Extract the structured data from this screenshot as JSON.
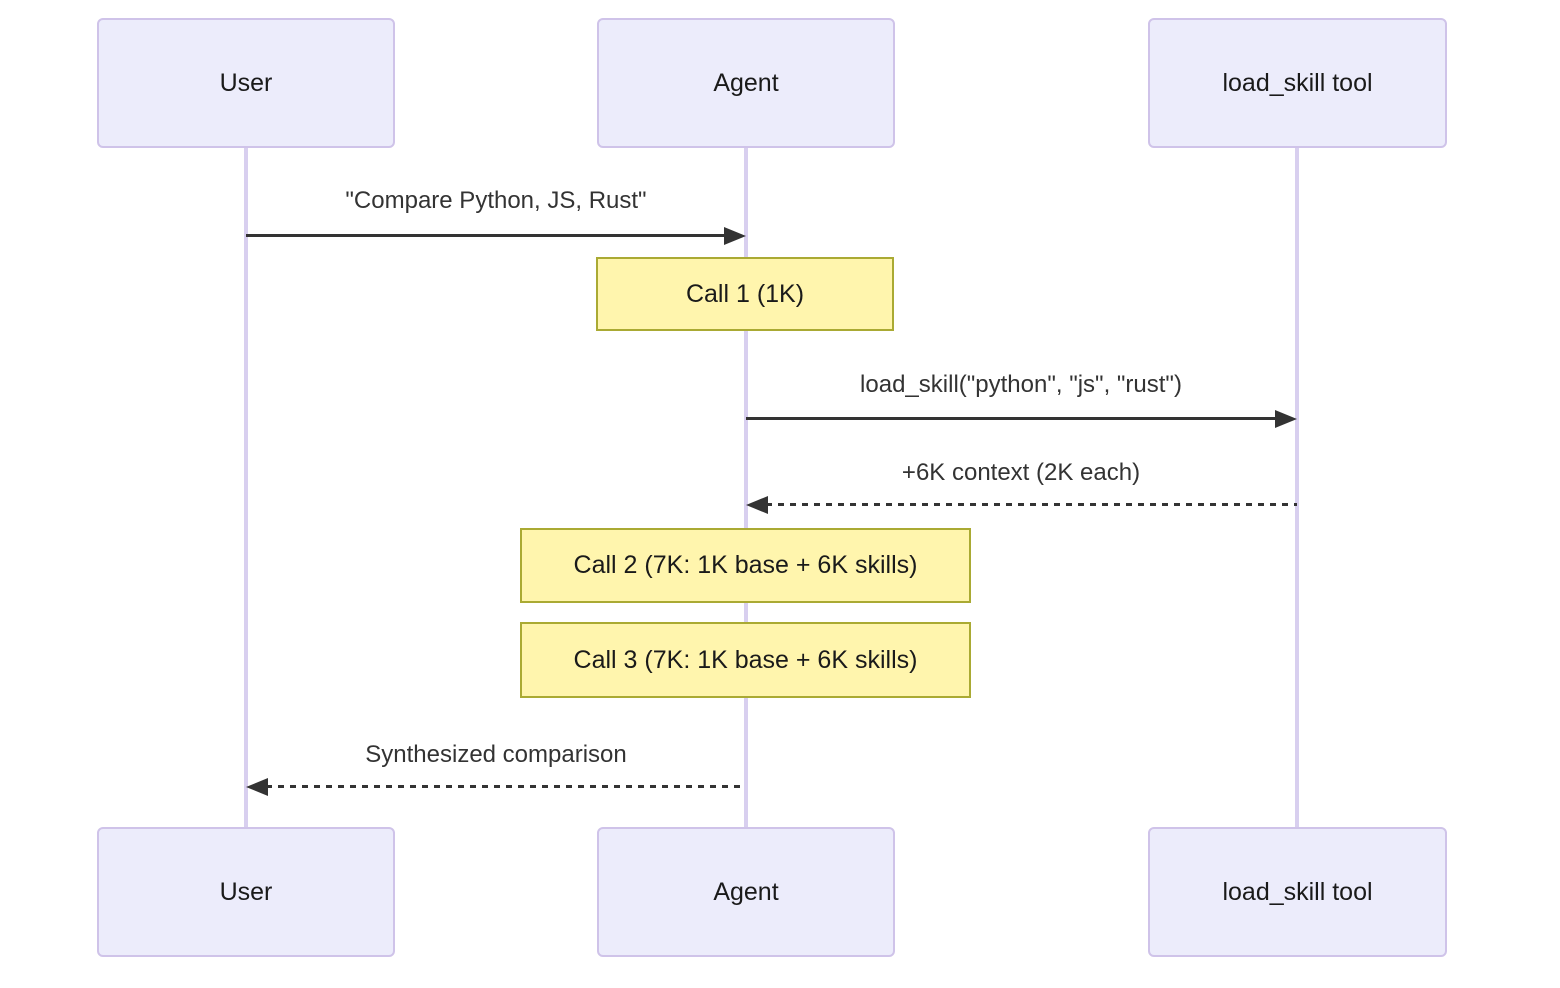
{
  "diagram": {
    "type": "sequence-diagram",
    "colors": {
      "background": "#ffffff",
      "actor_fill": "#ececfb",
      "actor_border": "#cfc3e9",
      "note_fill": "#fff5ad",
      "note_border": "#aaaa33",
      "lifeline": "#d8cfef",
      "arrow": "#333333",
      "text": "#333333"
    },
    "actors": [
      {
        "id": "user",
        "label": "User"
      },
      {
        "id": "agent",
        "label": "Agent"
      },
      {
        "id": "tool",
        "label": "load_skill tool"
      }
    ],
    "messages": [
      {
        "from": "User",
        "to": "Agent",
        "style": "solid",
        "label": "\"Compare Python, JS, Rust\""
      },
      {
        "from": "Agent",
        "to": "load_skill tool",
        "style": "solid",
        "label": "load_skill(\"python\", \"js\", \"rust\")"
      },
      {
        "from": "load_skill tool",
        "to": "Agent",
        "style": "dashed",
        "label": "+6K context (2K each)"
      },
      {
        "from": "Agent",
        "to": "User",
        "style": "dashed",
        "label": "Synthesized comparison"
      }
    ],
    "notes": [
      {
        "over": "Agent",
        "label": "Call 1 (1K)"
      },
      {
        "over": "Agent",
        "label": "Call 2 (7K: 1K base + 6K skills)"
      },
      {
        "over": "Agent",
        "label": "Call 3 (7K: 1K base + 6K skills)"
      }
    ]
  }
}
